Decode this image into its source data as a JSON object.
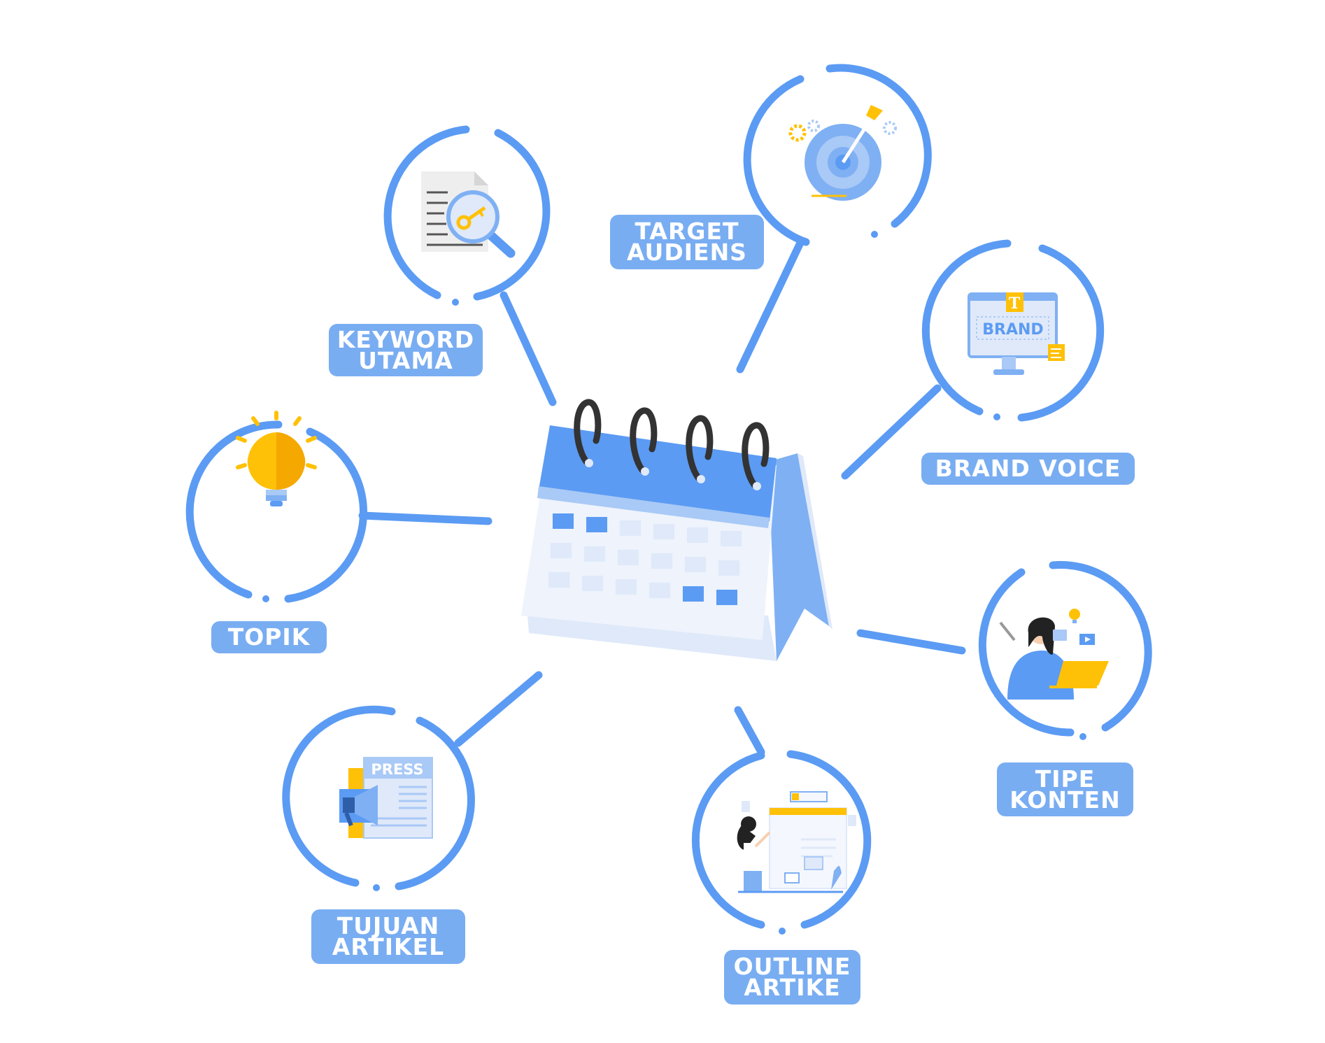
{
  "nodes": [
    {
      "id": "keyword",
      "lines": [
        "KEYWORD",
        "UTAMA"
      ],
      "icon": "magnifier-key-document-icon"
    },
    {
      "id": "target",
      "lines": [
        "TARGET",
        "AUDIENS"
      ],
      "icon": "target-dart-icon"
    },
    {
      "id": "brand",
      "lines": [
        "BRAND VOICE"
      ],
      "icon": "brand-monitor-icon",
      "icon_text": "BRAND",
      "icon_letter": "T"
    },
    {
      "id": "topik",
      "lines": [
        "TOPIK"
      ],
      "icon": "lightbulb-icon"
    },
    {
      "id": "tipe",
      "lines": [
        "TIPE",
        "KONTEN"
      ],
      "icon": "woman-laptop-icon"
    },
    {
      "id": "tujuan",
      "lines": [
        "TUJUAN",
        "ARTIKEL"
      ],
      "icon": "press-newspaper-megaphone-icon",
      "icon_text": "PRESS"
    },
    {
      "id": "outline",
      "lines": [
        "OUTLINE",
        "ARTIKE"
      ],
      "icon": "woman-writing-board-icon"
    }
  ],
  "center": {
    "icon": "calendar-icon"
  },
  "colors": {
    "accent": "#5b9bf3",
    "label_bg": "#79adf2",
    "label_text": "#ffffff",
    "calendar_light": "#dfe9f9",
    "calendar_dark": "#5b9bf3",
    "yellow": "#ffc107"
  }
}
